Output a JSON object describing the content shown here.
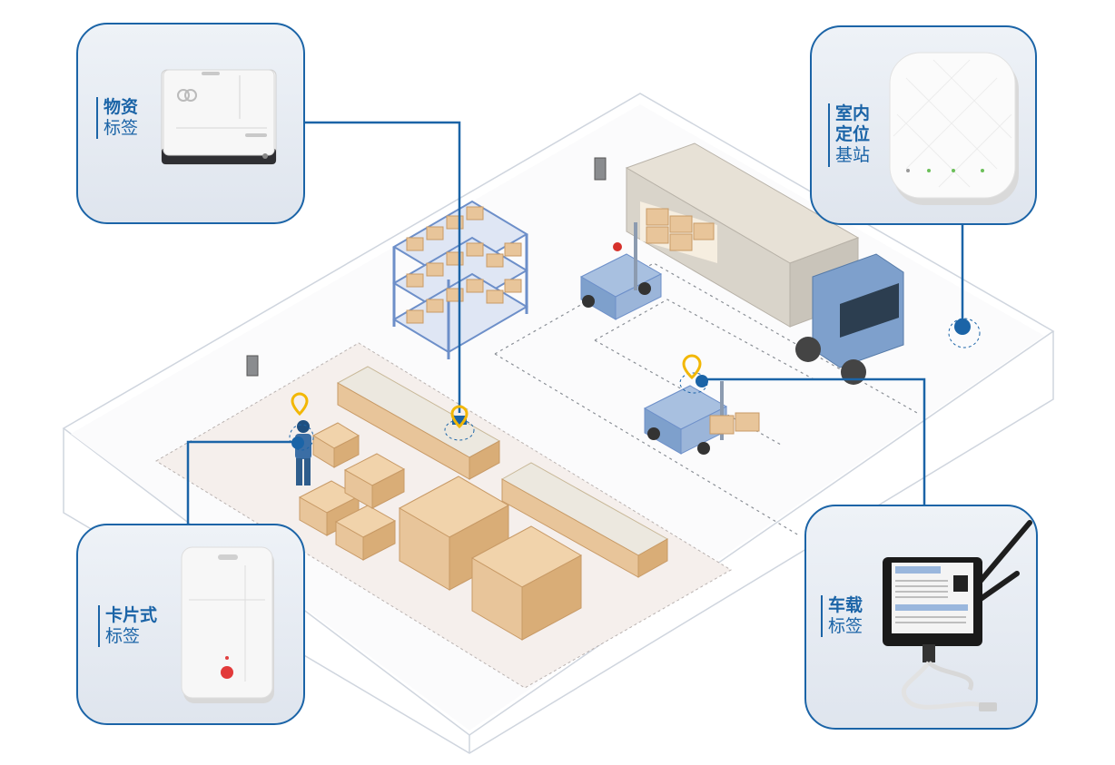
{
  "callouts": {
    "asset_tag": {
      "bold": "物资",
      "plain": "标签"
    },
    "card_tag": {
      "bold": "卡片式",
      "plain": "标签"
    },
    "base_station": {
      "bold_line1": "室内",
      "bold_line2": "定位",
      "plain": "基站"
    },
    "vehicle_tag": {
      "bold": "车载",
      "plain": "标签"
    }
  },
  "colors": {
    "accent_blue": "#1b64a7",
    "marker_yellow": "#f2b705",
    "box_tan": "#e8c59a",
    "rack_blue": "#6d8fc9",
    "truck_blue": "#7ea0cc",
    "panel_bg": "#e6ebf2"
  },
  "icons": [
    "location-pin-icon",
    "beacon-icon"
  ]
}
